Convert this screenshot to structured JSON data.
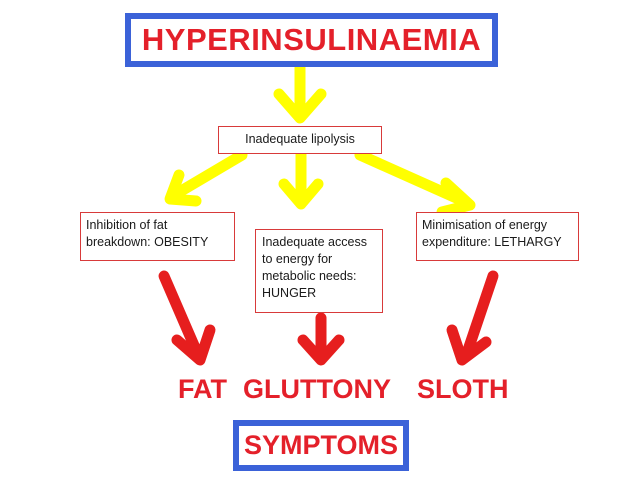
{
  "title": "HYPERINSULINAEMIA",
  "nodes": {
    "lipolysis": "Inadequate lipolysis",
    "fat_breakdown": "Inhibition of fat breakdown: OBESITY",
    "energy_access": "Inadequate access to energy for metabolic needs: HUNGER",
    "energy_expenditure": "Minimisation of energy expenditure: LETHARGY"
  },
  "outcomes": {
    "fat": "FAT",
    "gluttony": "GLUTTONY",
    "sloth": "SLOTH"
  },
  "symptoms": "SYMPTOMS",
  "colors": {
    "frame_blue": "#3b62d8",
    "heading_red": "#e4202a",
    "node_border": "#d83a3a",
    "arrow_yellow": "#ffff00",
    "arrow_yellow_edge": "#d4d400",
    "arrow_red": "#e61e1e"
  }
}
